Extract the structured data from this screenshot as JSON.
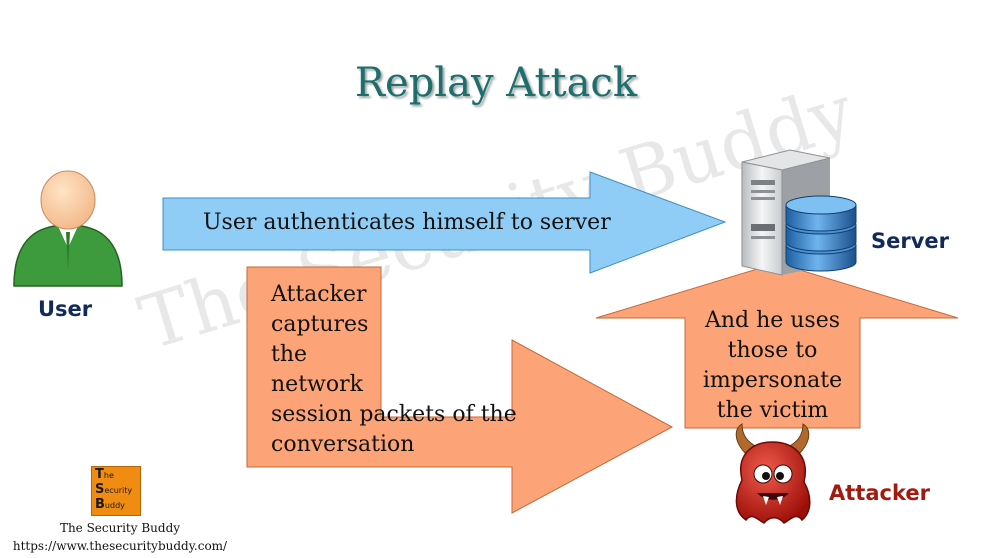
{
  "title": "Replay Attack",
  "watermark": "The Security Buddy",
  "nodes": {
    "user": "User",
    "server": "Server",
    "attacker": "Attacker"
  },
  "arrows": {
    "authenticate": "User authenticates himself to server",
    "capture_lines": [
      "Attacker",
      "captures",
      "the",
      "network",
      "session packets of the",
      "conversation"
    ],
    "impersonate_lines": [
      "And he uses",
      "those to",
      "impersonate",
      "the victim"
    ]
  },
  "logo": {
    "letters": [
      "T",
      "he",
      "S",
      "ecurity",
      "B",
      "uddy"
    ],
    "name": "The Security Buddy",
    "url": "https://www.thesecuritybuddy.com/"
  },
  "colors": {
    "title": "#1f6e6c",
    "auth_arrow": "#8fcdf6",
    "attack_arrow": "#fca477",
    "node_label": "#122a5a",
    "attacker_label": "#a11a10"
  }
}
